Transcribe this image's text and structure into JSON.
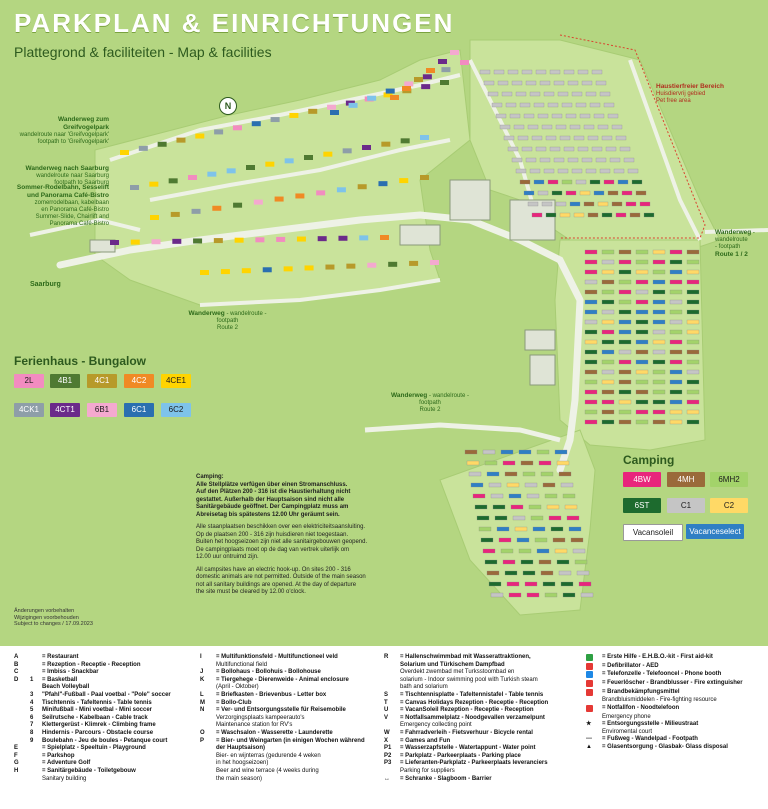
{
  "header": {
    "title": "PARKPLAN & EINRICHTUNGEN",
    "subtitle": "Plattegrond & faciliteiten - Map & facilities"
  },
  "map_labels": {
    "greifvogelpark": {
      "title": "Wanderweg zum Greifvogelpark",
      "l1": "wandelroute naar 'Greifvogelpark'",
      "l2": "footpath to 'Greifvogelpark'"
    },
    "saarburg_walk": {
      "title": "Wanderweg nach Saarburg",
      "l1": "wandelroute naar Saarburg",
      "l2": "footpath to Saarburg"
    },
    "rodelbahn": {
      "title": "Sommer-Rodelbahn, Sesselift und Panorama Café-Bistro",
      "l1": "zomerrodelbaan, kabelbaan",
      "l2": "en Panorama Café-Bistro",
      "l3": "Summer-Slide, Chairlift and",
      "l4": "Panorama Café-Bistro"
    },
    "saarburg": "Saarburg",
    "route2": {
      "title": "Wanderweg",
      "l1": "- wandelroute - footpath",
      "l2": "Route 2"
    },
    "route2b": {
      "title": "Wanderweg",
      "l1": "- wandelroute - footpath",
      "l2": "Route 2"
    },
    "route12": {
      "title": "Wanderweg",
      "l1": "- wandelroute",
      "l2": "- footpath",
      "l3": "Route 1 / 2"
    },
    "haustierfrei": {
      "title": "Haustierfreier Bereich",
      "l1": "Huisdiervrij gebied",
      "l2": "Pet free area"
    },
    "compass": "N"
  },
  "ferienhaus": {
    "title": "Ferienhaus - Bungalow",
    "types": [
      {
        "label": "2L",
        "color": "#f28cc0"
      },
      {
        "label": "4B1",
        "color": "#4f7a32"
      },
      {
        "label": "4C1",
        "color": "#b79a2a"
      },
      {
        "label": "4C2",
        "color": "#f08a24"
      },
      {
        "label": "4CE1",
        "color": "#ffd400"
      },
      {
        "label": "4CK1",
        "color": "#8e9ea8"
      },
      {
        "label": "4CT1",
        "color": "#6b2a8a"
      },
      {
        "label": "6B1",
        "color": "#f4a9cf"
      },
      {
        "label": "6C1",
        "color": "#2a6fb0"
      },
      {
        "label": "6C2",
        "color": "#7ec3ea"
      }
    ]
  },
  "camping": {
    "title": "Camping",
    "types": [
      {
        "label": "4BW",
        "color": "#e8257c"
      },
      {
        "label": "4MH",
        "color": "#9a6a3a"
      },
      {
        "label": "6MH2",
        "color": "#a3d36a"
      },
      {
        "label": "6ST",
        "color": "#1d6b2e"
      },
      {
        "label": "C1",
        "color": "#c5c5c5"
      },
      {
        "label": "C2",
        "color": "#ffd966"
      },
      {
        "label": "Vacansoleil",
        "color": "#ffffff"
      },
      {
        "label": "Vacanceselect",
        "color": "#2f7fc4"
      }
    ]
  },
  "camping_notes": {
    "de_title": "Camping:",
    "de": [
      "Alle Stellplätze verfügen über einen Stromanschluss.",
      "Auf den Plätzen 200 - 316 ist die Haustierhaltung nicht",
      "gestattet. Außerhalb der Hauptsaison sind nicht alle",
      "Sanitärgebäude geöffnet. Der Campingplatz muss am",
      "Abreisetag bis spätestens 12.00 Uhr geräumt sein."
    ],
    "nl": [
      "Alle staanplaatsen beschikken over een elektriciteitsaansluiting.",
      "Op de plaatsen 200 - 316 zijn huisdieren niet toegestaan.",
      "Buiten het hoogseizoen zijn niet alle sanitairgebouwen geopend.",
      "De campingplaats moet op de dag van vertrek uiterlijk om",
      "12.00 uur ontruimd zijn."
    ],
    "en": [
      "All campsites have an electric hook-up. On sites 200 - 316",
      "domestic animals are not permitted. Outside of the main season",
      "not all sanitary buildings are opened. At the day of departure",
      "the site must be cleared by 12.00 o'clock."
    ]
  },
  "disclaimer": [
    "Änderungen vorbehalten",
    "Wijzigingen voorbehouden",
    "Subject to changes / 17.09.2023"
  ],
  "legend": {
    "col1": [
      {
        "k": "A",
        "v": "= Restaurant",
        "b": true
      },
      {
        "k": "B",
        "v": "= Rezeption - Receptie - Reception",
        "b": true
      },
      {
        "k": "C",
        "v": "= Imbiss - Snackbar",
        "b": true
      },
      {
        "k": "D",
        "num": "1",
        "v": "= Basketball",
        "b": true
      },
      {
        "k": "",
        "num": "",
        "v": "Beach Volleyball",
        "b": true
      },
      {
        "k": "",
        "num": "3",
        "v": "\"Pfahl\"-Fußball - Paal voetbal - \"Pole\" soccer",
        "b": true
      },
      {
        "k": "",
        "num": "4",
        "v": "Tischtennis - Tafeltennis - Table tennis",
        "b": true
      },
      {
        "k": "",
        "num": "5",
        "v": "Minifußball - Mini voetbal - Mini soccer",
        "b": true
      },
      {
        "k": "",
        "num": "6",
        "v": "Seilrutsche - Kabelbaan - Cable track",
        "b": true
      },
      {
        "k": "",
        "num": "7",
        "v": "Klettergerüst - Klimrek - Climbing frame",
        "b": true
      },
      {
        "k": "",
        "num": "8",
        "v": "Hindernis - Parcours - Obstacle course",
        "b": true
      },
      {
        "k": "",
        "num": "9",
        "v": "Boulebahn - Jeu de boules - Petanque court",
        "b": true
      },
      {
        "k": "E",
        "v": "= Spielplatz - Speeltuin - Playground",
        "b": true
      },
      {
        "k": "F",
        "v": "= Parkshop",
        "b": true
      },
      {
        "k": "G",
        "v": "= Adventure Golf",
        "b": true
      },
      {
        "k": "H",
        "v": "= Sanitärgebäude - Toiletgebouw",
        "b": true
      },
      {
        "k": "",
        "v": "Sanitary building",
        "b": false
      }
    ],
    "col2": [
      {
        "k": "I",
        "v": "= Multifunktionsfeld - Multifunctioneel veld",
        "b": true
      },
      {
        "k": "",
        "v": "Multifunctional field",
        "b": false
      },
      {
        "k": "J",
        "v": "= Bollohaus - Bollohuis - Bollohouse",
        "b": true
      },
      {
        "k": "K",
        "v": "= Tiergehege - Dierenweide - Animal enclosure",
        "b": true
      },
      {
        "k": "",
        "v": "(April - Oktober)",
        "b": false
      },
      {
        "k": "L",
        "v": "= Briefkasten - Brievenbus - Letter box",
        "b": true
      },
      {
        "k": "M",
        "v": "= Bollo-Club",
        "b": true
      },
      {
        "k": "N",
        "v": "= Ver- und Entsorgungsstelle für Reisemobile",
        "b": true
      },
      {
        "k": "",
        "v": "Verzorgingsplaats kampeerauto's",
        "b": false
      },
      {
        "k": "",
        "v": "Maintenance station for RV's",
        "b": false
      },
      {
        "k": "O",
        "v": "= Waschsalon - Wasserette - Launderette",
        "b": true
      },
      {
        "k": "P",
        "v": "= Bier- und Weingarten (in einigen Wochen während",
        "b": true
      },
      {
        "k": "",
        "v": "der Hauptsaison)",
        "b": true
      },
      {
        "k": "",
        "v": "Bier- en wijnterras (gedurende 4 weken",
        "b": false
      },
      {
        "k": "",
        "v": "in het hoogseizoen)",
        "b": false
      },
      {
        "k": "",
        "v": "Beer and wine terrace (4 weeks during",
        "b": false
      },
      {
        "k": "",
        "v": "the main season)",
        "b": false
      }
    ],
    "col3": [
      {
        "k": "R",
        "v": "= Hallenschwimmbad mit Wasserattraktionen,",
        "b": true
      },
      {
        "k": "",
        "v": "Solarium und Türkischem Dampfbad",
        "b": true
      },
      {
        "k": "",
        "v": "Overdekt zwembad met Turksstoombad en",
        "b": false
      },
      {
        "k": "",
        "v": "solarium - Indoor swimming pool with Turkish steam",
        "b": false
      },
      {
        "k": "",
        "v": "bath and solarium",
        "b": false
      },
      {
        "k": "S",
        "v": "= Tischtennisplatte - Tafeltennistafel - Table tennis",
        "b": true
      },
      {
        "k": "T",
        "v": "= Canvas Holidays Rezeption - Receptie - Reception",
        "b": true
      },
      {
        "k": "U",
        "v": "= VacanSoleil Rezeption - Receptie - Reception",
        "b": true
      },
      {
        "k": "V",
        "v": "= Notfallsammelplatz - Noodgevallen verzamelpunt",
        "b": true
      },
      {
        "k": "",
        "v": "Emergency collecting point",
        "b": false
      },
      {
        "k": "W",
        "v": "= Fahrradverleih - Fietsverhuur - Bicycle rental",
        "b": true
      },
      {
        "k": "X",
        "v": "= Games and Fun",
        "b": true
      },
      {
        "k": "P1",
        "v": "= Wasserzapfstelle - Watertappunt - Water point",
        "b": true
      },
      {
        "k": "P2",
        "v": "= Parkplatz - Parkeerplaats - Parking place",
        "b": true
      },
      {
        "k": "P3",
        "v": "= Lieferanten-Parkplatz - Parkeerplaats leveranciers",
        "b": true
      },
      {
        "k": "",
        "v": "Parking for suppliers",
        "b": false
      },
      {
        "k": "↔",
        "v": "= Schranke - Slagboom - Barrier",
        "b": true
      }
    ],
    "col4": [
      {
        "icon": "#2ea043",
        "v": "= Erste Hilfe - E.H.B.O.-kit - First aid-kit",
        "b": true
      },
      {
        "icon": "#e53935",
        "v": "= Defibrillator - AED",
        "b": true
      },
      {
        "icon": "#1e88e5",
        "v": "= Telefonzelle - Telefooncel - Phone booth",
        "b": true
      },
      {
        "icon": "#e53935",
        "v": "= Feuerlöscher - Brandblusser - Fire extinguisher",
        "b": true
      },
      {
        "icon": "#e53935",
        "v": "= Brandbekämpfungsmittel",
        "b": true
      },
      {
        "icon": "",
        "v": "Brandbluismiddelen - Fire-fighting resource",
        "b": false
      },
      {
        "icon": "#e53935",
        "v": "= Notfallfon - Noodtelefoon",
        "b": true
      },
      {
        "icon": "",
        "v": "Emergency phone",
        "b": false
      },
      {
        "icon": "star",
        "v": "= Entsorgungsstelle - Milieustraat",
        "b": true
      },
      {
        "icon": "",
        "v": "Enviromental court",
        "b": false
      },
      {
        "icon": "line",
        "v": "= Fußweg - Wandelpad - Footpath",
        "b": true
      },
      {
        "icon": "tri",
        "v": "= Glasentsorgung - Glasbak- Glass disposal",
        "b": true
      }
    ]
  }
}
